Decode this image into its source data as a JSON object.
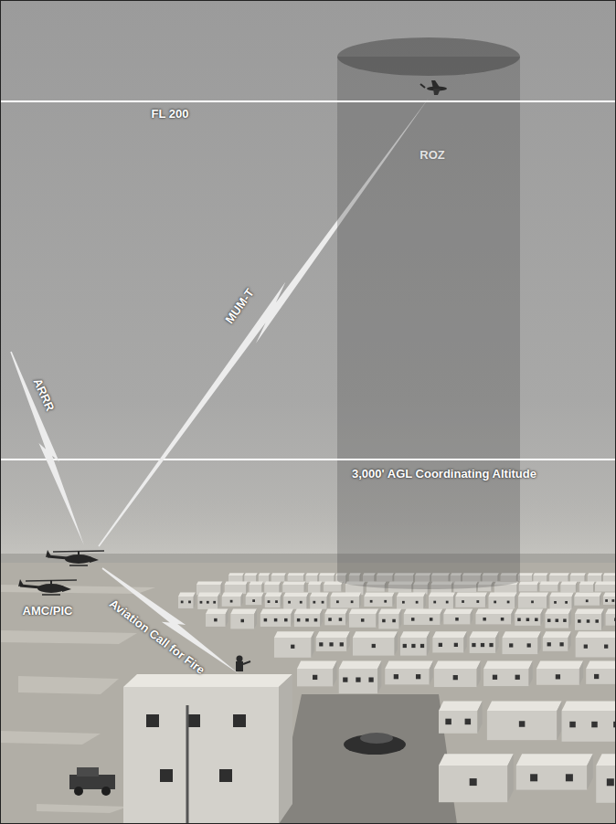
{
  "diagram": {
    "nodes": [
      {
        "text": [
          "ROZ"
        ]
      }
    ],
    "labels": [
      "FL 200",
      "MUM-T",
      "ARRR",
      "3,000' AGL Coordinating Altitude",
      "AMC/PIC",
      "Aviation Call for Fire"
    ]
  }
}
